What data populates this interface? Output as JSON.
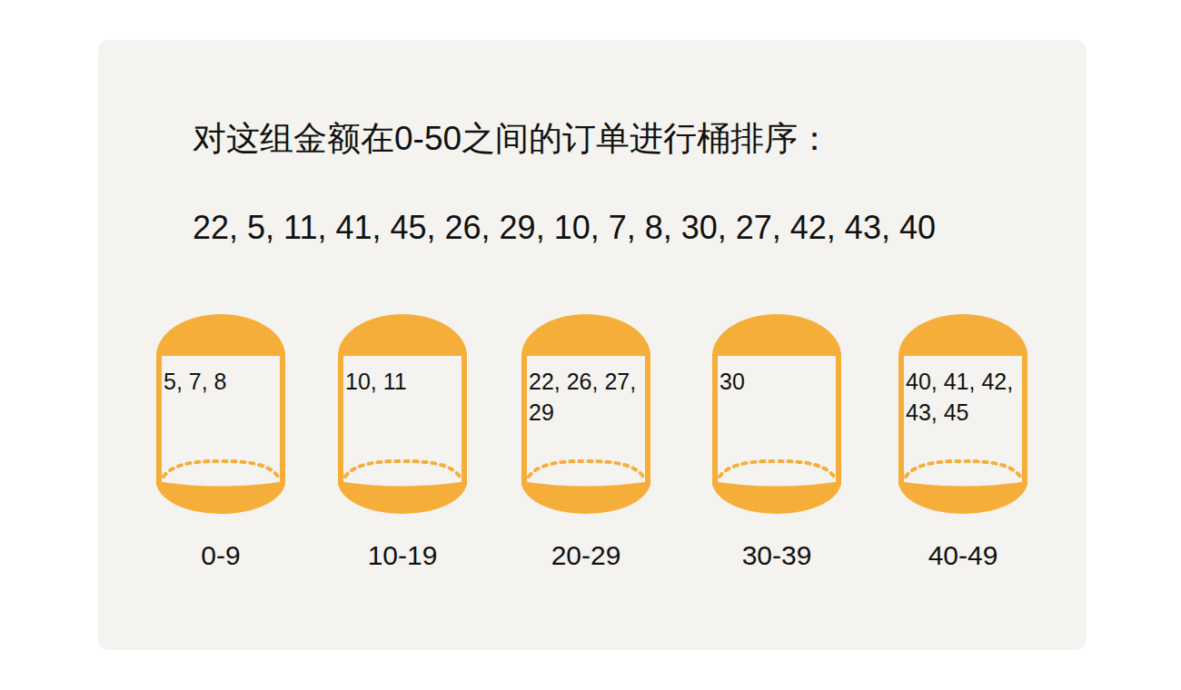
{
  "diagram": {
    "title": "对这组金额在0-50之间的订单进行桶排序：",
    "nodes": [
      {
        "text": [
          "5, 7, 8",
          "0-9"
        ]
      },
      {
        "text": [
          "10, 11",
          "10-19"
        ]
      },
      {
        "text": [
          "22, 26, 27, 29",
          "20-29"
        ]
      },
      {
        "text": [
          "30",
          "30-39"
        ]
      },
      {
        "text": [
          "40, 41, 42, 43, 45",
          "40-49"
        ]
      }
    ],
    "edges": [],
    "labels": [
      "22, 5, 11, 41, 45, 26, 29, 10, 7, 8, 30, 27, 42, 43, 40"
    ]
  }
}
